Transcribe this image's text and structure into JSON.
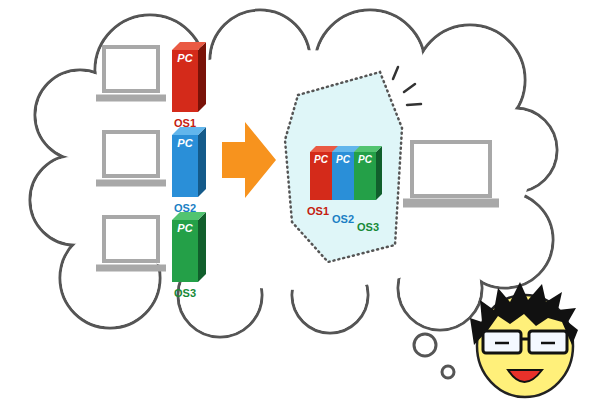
{
  "diagram": {
    "nodes": [
      {
        "text": [
          "PC",
          "OS1"
        ]
      },
      {
        "text": [
          "PC",
          "OS2"
        ]
      },
      {
        "text": [
          "PC",
          "OS3"
        ]
      },
      {
        "text": [
          "PC",
          "OS1"
        ]
      },
      {
        "text": [
          "PC",
          "OS2"
        ]
      },
      {
        "text": [
          "PC",
          "OS3"
        ]
      }
    ]
  }
}
